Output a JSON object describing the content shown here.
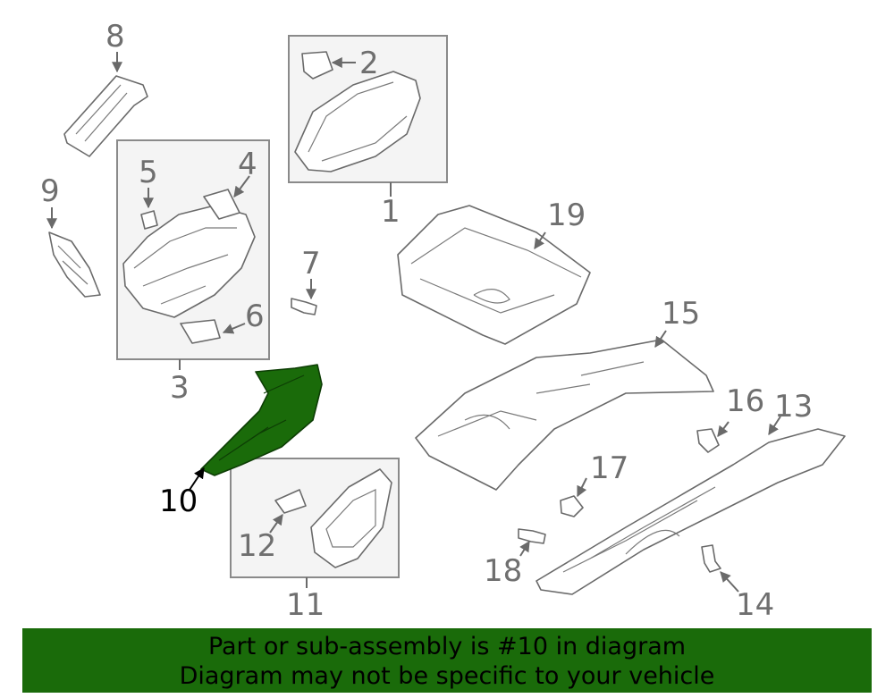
{
  "callouts": {
    "c1": "1",
    "c2": "2",
    "c3": "3",
    "c4": "4",
    "c5": "5",
    "c6": "6",
    "c7": "7",
    "c8": "8",
    "c9": "9",
    "c10": "10",
    "c11": "11",
    "c12": "12",
    "c13": "13",
    "c14": "14",
    "c15": "15",
    "c16": "16",
    "c17": "17",
    "c18": "18",
    "c19": "19"
  },
  "highlight": {
    "part_number": "10",
    "color": "#1a6b0a"
  },
  "banner": {
    "line1": "Part or sub-assembly is #10 in diagram",
    "line2": "Diagram may not be specific to your vehicle",
    "background": "#1a6b0a"
  }
}
